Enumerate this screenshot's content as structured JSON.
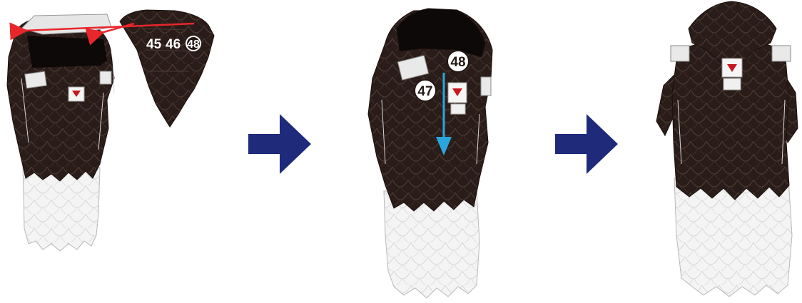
{
  "steps": [
    {
      "part_numbers": [
        "45",
        "46",
        "48"
      ]
    },
    {
      "part_numbers": [
        "48",
        "47"
      ]
    },
    {}
  ],
  "colors": {
    "feather_dark": "#231815",
    "feather_white": "#f2f2f2",
    "flow_arrow": "#1f2a7a",
    "placement_arrow": "#e8262b",
    "fold_arrow": "#2aa6df",
    "marker": "#c8161d"
  }
}
